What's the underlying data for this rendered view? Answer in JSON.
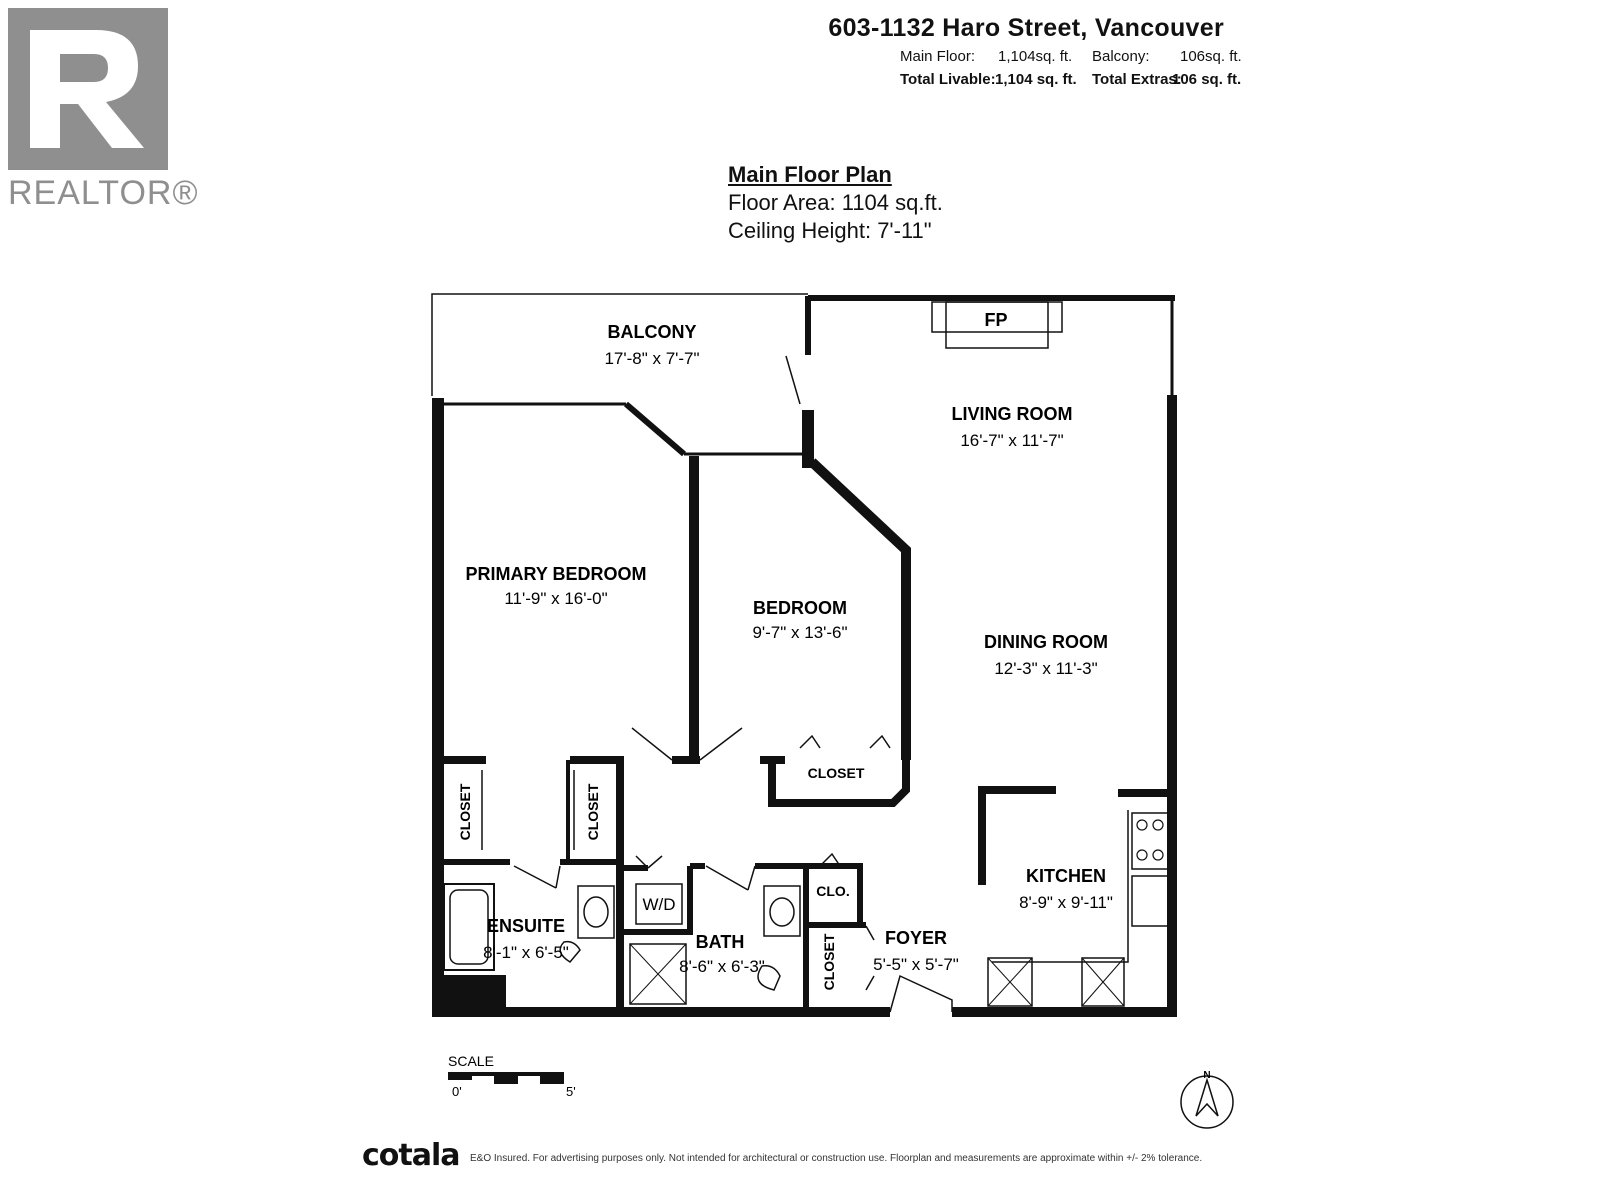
{
  "logo": {
    "wordmark": "REALTOR®"
  },
  "header": {
    "address": "603-1132 Haro Street, Vancouver",
    "main_floor_label": "Main Floor:",
    "main_floor_value": "1,104sq. ft.",
    "balcony_label": "Balcony:",
    "balcony_value": "106sq. ft.",
    "total_livable_label": "Total Livable:",
    "total_livable_value": "1,104 sq. ft.",
    "total_extras_label": "Total Extras:",
    "total_extras_value": "106 sq. ft."
  },
  "plan": {
    "title": "Main Floor Plan",
    "floor_area": "Floor Area: 1104 sq.ft.",
    "ceiling_height": "Ceiling Height: 7'-11\""
  },
  "rooms": {
    "balcony": {
      "name": "BALCONY",
      "dims": "17'-8\" x 7'-7\""
    },
    "living": {
      "name": "LIVING ROOM",
      "dims": "16'-7\" x 11'-7\""
    },
    "primary": {
      "name": "PRIMARY BEDROOM",
      "dims": "11'-9\" x 16'-0\""
    },
    "bedroom": {
      "name": "BEDROOM",
      "dims": "9'-7\" x 13'-6\""
    },
    "dining": {
      "name": "DINING ROOM",
      "dims": "12'-3\" x 11'-3\""
    },
    "kitchen": {
      "name": "KITCHEN",
      "dims": "8'-9\" x 9'-11\""
    },
    "ensuite": {
      "name": "ENSUITE",
      "dims": "8'-1\" x 6'-5\""
    },
    "bath": {
      "name": "BATH",
      "dims": "8'-6\" x 6'-3\""
    },
    "foyer": {
      "name": "FOYER",
      "dims": "5'-5\" x 5'-7\""
    }
  },
  "labels": {
    "fireplace": "FP",
    "closet": "CLOSET",
    "closet_short": "CLO.",
    "washer_dryer": "W/D"
  },
  "scale": {
    "title": "SCALE",
    "start": "0'",
    "end": "5'"
  },
  "compass": {
    "north": "N"
  },
  "footer": {
    "brand": "cotala",
    "disclaimer": "E&O Insured. For advertising purposes only. Not intended for architectural or construction use. Floorplan and measurements are approximate within +/- 2% tolerance."
  }
}
